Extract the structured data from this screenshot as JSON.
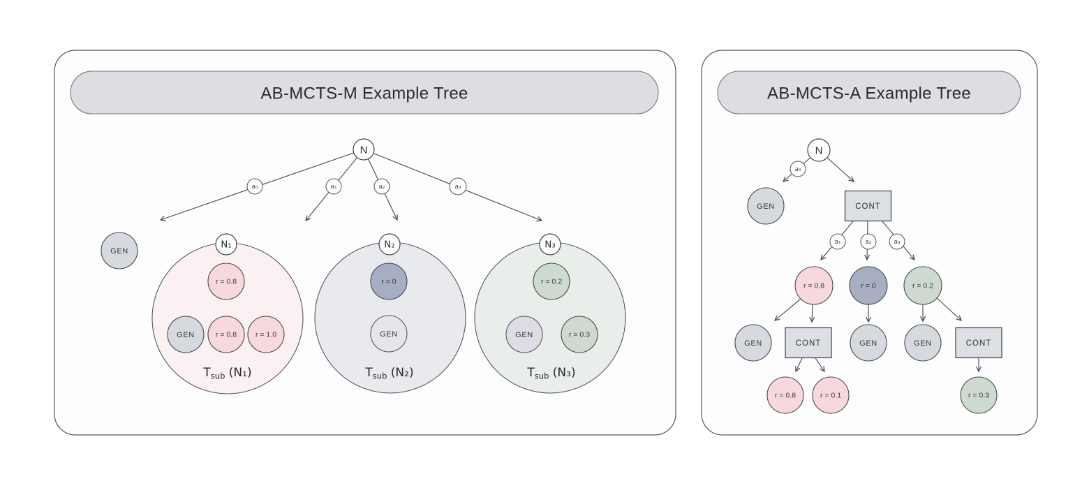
{
  "colors": {
    "pink_node": "#f7d9dd",
    "pink_subtree_bg": "#fbf0f2",
    "slate_node": "#a8aec1",
    "gray_subtree_bg": "#e9eaee",
    "green_node": "#ced9d0",
    "green_subtree_bg": "#e9eeea",
    "gen_node": "#d6d9de",
    "gen_node_light": "#e4e6ea",
    "gen_node_lavender": "#dedce4",
    "cont_box": "#dcdfe4",
    "header_pill": "#dcdee2"
  },
  "left": {
    "title": "AB-MCTS-M Example Tree",
    "root": "N",
    "a0": "a₀",
    "a1": "a₁",
    "a2": "a₂",
    "a3": "a₃",
    "gen": "GEN",
    "s1": {
      "name": "N₁",
      "top": "r = 0.8",
      "c1": "GEN",
      "c2": "r = 0.8",
      "c3": "r = 1.0",
      "cap_t": "T",
      "cap_sub": "sub",
      "cap_rest": " (N₁)"
    },
    "s2": {
      "name": "N₂",
      "top": "r = 0",
      "c1": "GEN",
      "cap_t": "T",
      "cap_sub": "sub",
      "cap_rest": " (N₂)"
    },
    "s3": {
      "name": "N₃",
      "top": "r = 0.2",
      "c1": "GEN",
      "c2": "r = 0.3",
      "cap_t": "T",
      "cap_sub": "sub",
      "cap_rest": " (N₃)"
    }
  },
  "right": {
    "title": "AB-MCTS-A Example Tree",
    "root": "N",
    "a0": "a₀",
    "a1": "a₁",
    "a2": "a₂",
    "a3": "a₃",
    "gen0": "GEN",
    "cont0": "CONT",
    "n08": "r = 0.8",
    "n0": "r = 0",
    "n02": "r = 0.2",
    "gen1": "GEN",
    "cont1": "CONT",
    "gen2": "GEN",
    "gen3": "GEN",
    "cont2": "CONT",
    "b08": "r = 0.8",
    "b01": "r = 0.1",
    "b03": "r = 0.3"
  }
}
